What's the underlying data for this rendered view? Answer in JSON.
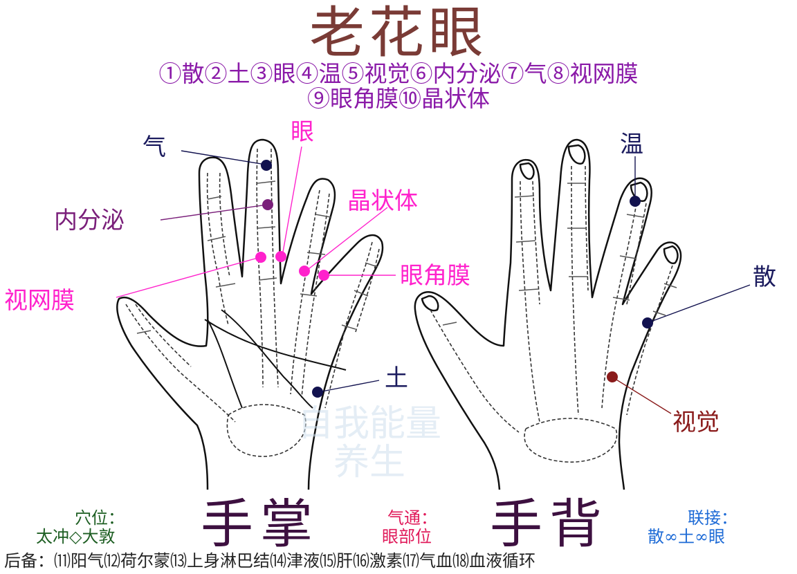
{
  "title": "老花眼",
  "legend_line1": "①散②土③眼④温⑤视觉⑥内分泌⑦气⑧视网膜",
  "legend_line2": "⑨眼角膜⑩晶状体",
  "palm": {
    "heading": "手掌",
    "labels": {
      "qi": "气",
      "yan": "眼",
      "neifenmi": "内分泌",
      "jingzhuangti": "晶状体",
      "yanjiaomo": "眼角膜",
      "shiwangmo": "视网膜",
      "tu": "土"
    }
  },
  "back": {
    "heading": "手背",
    "labels": {
      "wen": "温",
      "san": "散",
      "shijue": "视觉"
    }
  },
  "watermark": {
    "line1": "自我能量",
    "line2": "养生"
  },
  "footer": {
    "acupoints_label": "穴位：",
    "acupoints_value": "太冲◇大敦",
    "qitong_label": "气通：",
    "qitong_value": "眼部位",
    "lianjie_label": "联接：",
    "lianjie_value": "散∞土∞眼",
    "backup": "后备：⑾阳气⑿荷尔蒙⒀上身淋巴结⒁津液⒂肝⒃激素⒄气血⒅血液循环"
  },
  "colors": {
    "title": "#7a3b36",
    "legend": "#8a1aa8",
    "navy_point": "#12124f",
    "purple_point": "#7a1f7a",
    "pink_point": "#ff22cc",
    "maroon_point": "#8a1b1b"
  }
}
